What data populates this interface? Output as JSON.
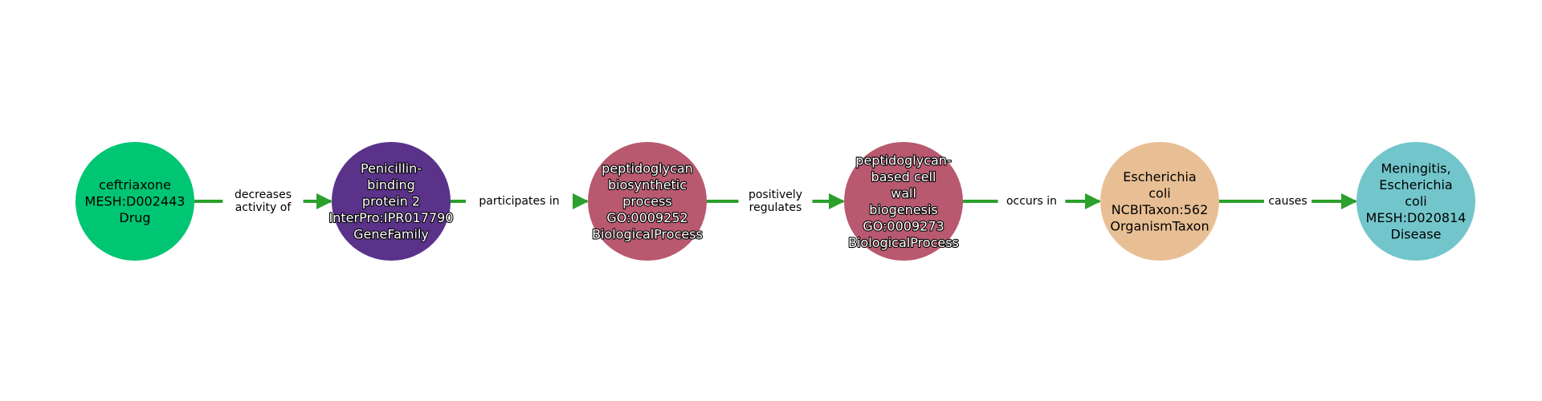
{
  "edge_color": "#2ca02c",
  "nodes": [
    {
      "id": "n0",
      "lines": [
        "ceftriaxone",
        "MESH:D002443",
        "Drug"
      ],
      "color": "#00c572",
      "text": "dark"
    },
    {
      "id": "n1",
      "lines": [
        "Penicillin-",
        "binding",
        "protein 2",
        "InterPro:IPR017790",
        "GeneFamily"
      ],
      "color": "#5a328a",
      "text": "light"
    },
    {
      "id": "n2",
      "lines": [
        "peptidoglycan",
        "biosynthetic",
        "process",
        "GO:0009252",
        "BiologicalProcess"
      ],
      "color": "#b8596f",
      "text": "light"
    },
    {
      "id": "n3",
      "lines": [
        "peptidoglycan-",
        "based cell",
        "wall",
        "biogenesis",
        "GO:0009273",
        "BiologicalProcess"
      ],
      "color": "#b8596f",
      "text": "light"
    },
    {
      "id": "n4",
      "lines": [
        "Escherichia",
        "coli",
        "NCBITaxon:562",
        "OrganismTaxon"
      ],
      "color": "#e8bf94",
      "text": "dark"
    },
    {
      "id": "n5",
      "lines": [
        "Meningitis,",
        "Escherichia",
        "coli",
        "MESH:D020814",
        "Disease"
      ],
      "color": "#72c6cb",
      "text": "dark"
    }
  ],
  "edges": [
    {
      "from": "n0",
      "to": "n1",
      "lines": [
        "decreases",
        "activity of"
      ]
    },
    {
      "from": "n1",
      "to": "n2",
      "lines": [
        "participates in"
      ]
    },
    {
      "from": "n2",
      "to": "n3",
      "lines": [
        "positively",
        "regulates"
      ]
    },
    {
      "from": "n3",
      "to": "n4",
      "lines": [
        "occurs in"
      ]
    },
    {
      "from": "n4",
      "to": "n5",
      "lines": [
        "causes"
      ]
    }
  ]
}
